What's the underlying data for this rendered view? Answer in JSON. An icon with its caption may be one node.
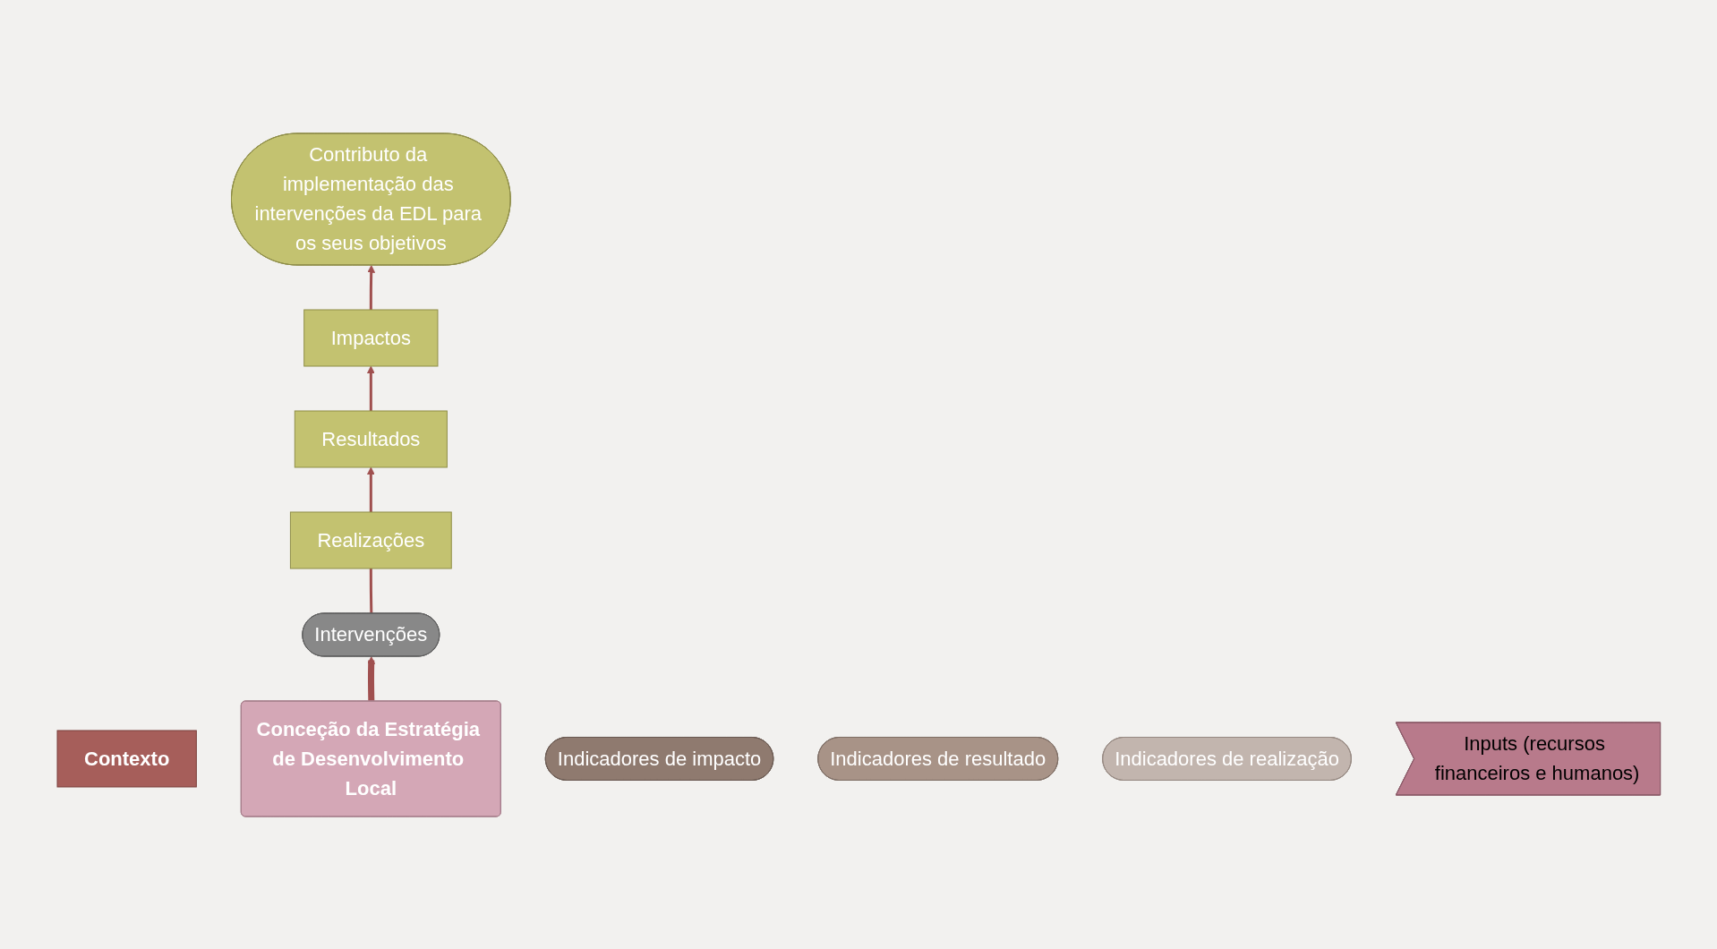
{
  "diagram": {
    "nodes": [
      {
        "text": [
          "Contexto"
        ]
      },
      {
        "text": [
          "Contributo da implementação das intervenções da EDL para os seus objetivos"
        ]
      },
      {
        "text": [
          "Conceção da Estratégia de Desenvolvimento Local"
        ]
      },
      {
        "text": [
          "Impactos"
        ]
      },
      {
        "text": [
          "Indicadores de impacto"
        ]
      },
      {
        "text": [
          "Resultados"
        ]
      },
      {
        "text": [
          "Indicadores de resultado"
        ]
      },
      {
        "text": [
          "Realizações"
        ]
      },
      {
        "text": [
          "Indicadores de realização"
        ]
      },
      {
        "text": [
          "Inputs (recursos financeiros e humanos)"
        ]
      },
      {
        "text": [
          "Intervenções"
        ]
      }
    ],
    "edges": [
      {
        "from": 3,
        "to": 1,
        "arrow": "to"
      },
      {
        "from": 5,
        "to": 3,
        "arrow": "to"
      },
      {
        "from": 7,
        "to": 5,
        "arrow": "to"
      },
      {
        "from": 10,
        "to": 7,
        "arrow": "none"
      },
      {
        "from": 2,
        "to": 10,
        "arrow": "to",
        "style": "thick"
      }
    ]
  }
}
